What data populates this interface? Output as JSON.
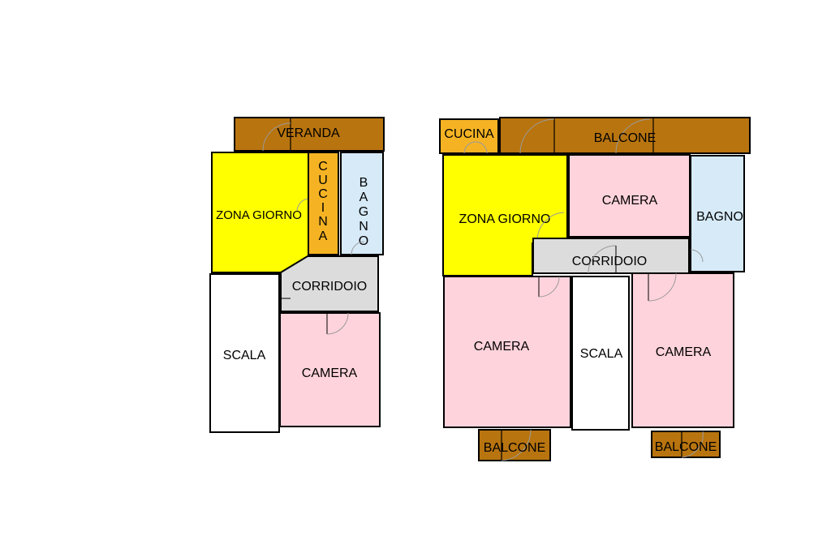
{
  "colors": {
    "balcony": "#b8740f",
    "living": "#ffff00",
    "kitchen": "#f5b324",
    "bath": "#d6eaf8",
    "bedroom": "#ffd3dc",
    "corridor": "#dcdcdc",
    "stair": "#ffffff"
  },
  "plan_left": {
    "veranda": "VERANDA",
    "zona_giorno": "ZONA GIORNO",
    "cucina_letters": [
      "C",
      "U",
      "C",
      "I",
      "N",
      "A"
    ],
    "bagno_letters": [
      "B",
      "A",
      "G",
      "N",
      "O"
    ],
    "corridoio": "CORRIDOIO",
    "scala": "SCALA",
    "camera": "CAMERA"
  },
  "plan_right": {
    "cucina": "CUCINA",
    "balcone_top": "BALCONE",
    "zona_giorno": "ZONA GIORNO",
    "camera_top": "CAMERA",
    "bagno": "BAGNO",
    "corridoio": "CORRIDOIO",
    "camera_left": "CAMERA",
    "scala": "SCALA",
    "camera_right": "CAMERA",
    "balcone_bottom_left": "BALCONE",
    "balcone_bottom_right": "BALCONE"
  }
}
